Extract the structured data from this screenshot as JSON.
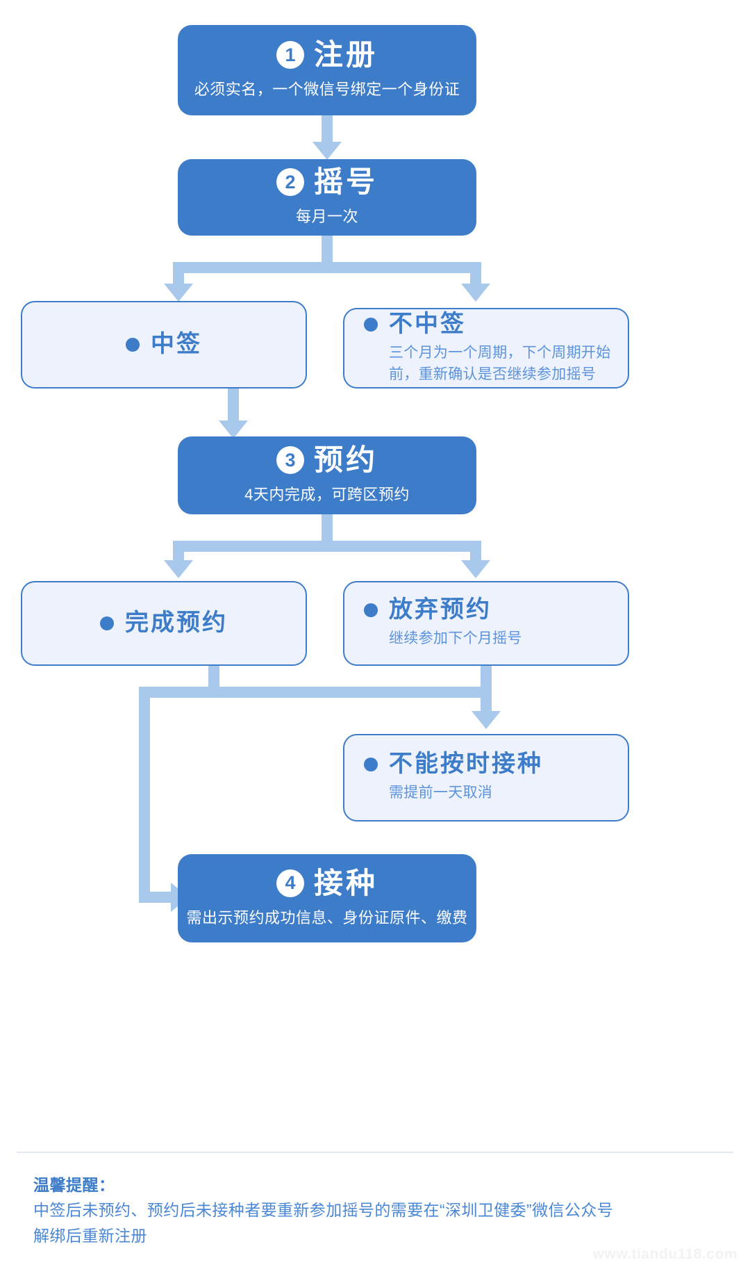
{
  "title": "疫苗接种流程图",
  "colors": {
    "primary": "#3d7cc9",
    "connector": "#a8c8ec",
    "outline_fill": "#eef2fd",
    "desc_text": "#5b93dd",
    "watermark": "#f2f2f2"
  },
  "steps": {
    "register": {
      "number": "1",
      "title": "注册",
      "subtitle": "必须实名，一个微信号绑定一个身份证"
    },
    "lottery": {
      "number": "2",
      "title": "摇号",
      "subtitle": "每月一次"
    },
    "booking": {
      "number": "3",
      "title": "预约",
      "subtitle": "4天内完成，可跨区预约"
    },
    "vaccination": {
      "number": "4",
      "title": "接种",
      "subtitle": "需出示预约成功信息、身份证原件、缴费"
    }
  },
  "outcomes": {
    "won": {
      "title": "中签",
      "desc": ""
    },
    "not_won": {
      "title": "不中签",
      "desc_line1": "三个月为一个周期，下个周期开始",
      "desc_line2": "前，重新确认是否继续参加摇号"
    },
    "booked": {
      "title": "完成预约",
      "desc": ""
    },
    "cancel_booking": {
      "title": "放弃预约",
      "desc": "继续参加下个月摇号"
    },
    "cannot_attend": {
      "title": "不能按时接种",
      "desc": "需提前一天取消"
    }
  },
  "footer": {
    "title": "温馨提醒：",
    "body": "中签后未预约、预约后未接种者要重新参加摇号的需要在“深圳卫健委”微信公众号解绑后重新注册"
  },
  "watermark": "www.tiandu118.com"
}
